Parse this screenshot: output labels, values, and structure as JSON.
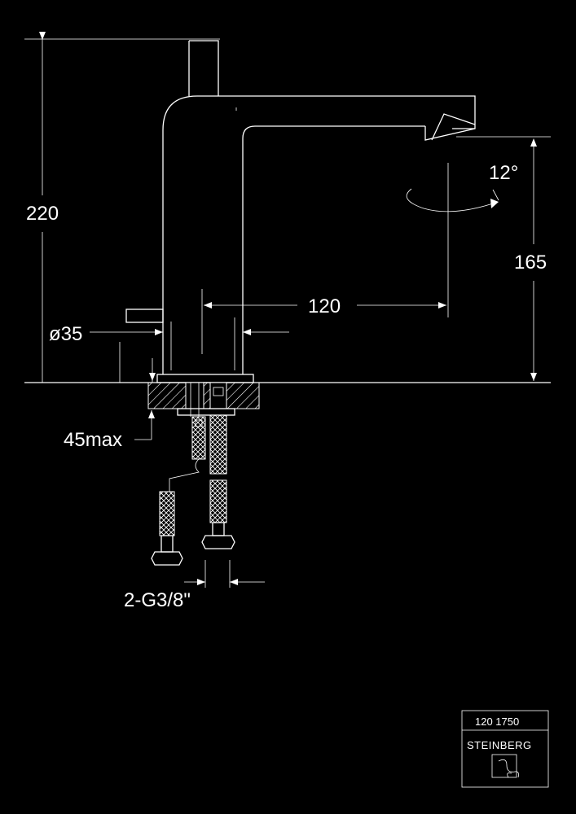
{
  "dimensions": {
    "total_height": "220",
    "spout_height": "165",
    "spout_reach": "120",
    "body_diameter": "ø35",
    "counter_thickness": "45max",
    "connections": "2-G3/8\"",
    "swivel_angle": "12°"
  },
  "title_block": {
    "article_number": "120 1750",
    "brand": "STEINBERG",
    "logo_icon": "steinberg-logo-icon"
  },
  "colors": {
    "background": "#000000",
    "line": "#ffffff"
  }
}
